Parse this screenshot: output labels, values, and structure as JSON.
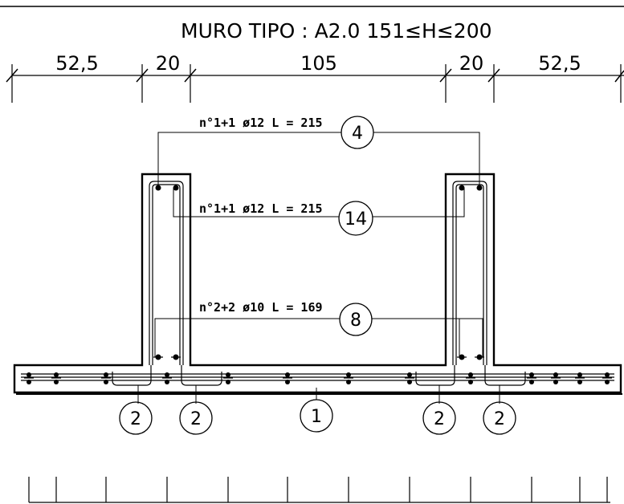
{
  "title": "MURO TIPO : A2.0   151≤H≤200",
  "dimensions": [
    "52,5",
    "20",
    "105",
    "20",
    "52,5"
  ],
  "callouts": [
    {
      "label": "n°1+1 ø12 L = 215",
      "mark": "4"
    },
    {
      "label": "n°1+1 ø12 L = 215",
      "mark": "14"
    },
    {
      "label": "n°2+2 ø10 L = 169",
      "mark": "8"
    }
  ],
  "bottom_marks": [
    "2",
    "2",
    "1",
    "2",
    "2"
  ]
}
